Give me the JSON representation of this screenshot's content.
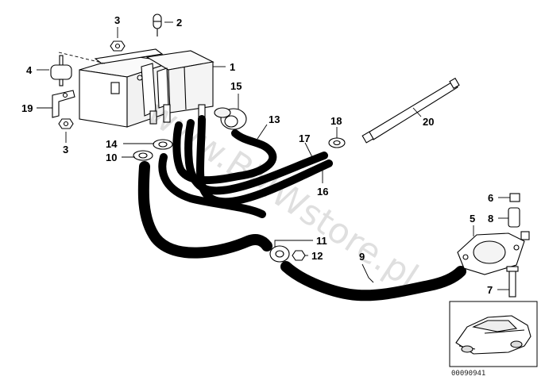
{
  "diagram": {
    "callouts": [
      {
        "id": "c1",
        "label": "1"
      },
      {
        "id": "c2",
        "label": "2"
      },
      {
        "id": "c3a",
        "label": "3"
      },
      {
        "id": "c3b",
        "label": "3"
      },
      {
        "id": "c4",
        "label": "4"
      },
      {
        "id": "c5",
        "label": "5"
      },
      {
        "id": "c6",
        "label": "6"
      },
      {
        "id": "c7",
        "label": "7"
      },
      {
        "id": "c8",
        "label": "8"
      },
      {
        "id": "c9",
        "label": "9"
      },
      {
        "id": "c10",
        "label": "10"
      },
      {
        "id": "c11",
        "label": "11"
      },
      {
        "id": "c12",
        "label": "12"
      },
      {
        "id": "c13",
        "label": "13"
      },
      {
        "id": "c14",
        "label": "14"
      },
      {
        "id": "c15",
        "label": "15"
      },
      {
        "id": "c16",
        "label": "16"
      },
      {
        "id": "c17",
        "label": "17"
      },
      {
        "id": "c18",
        "label": "18"
      },
      {
        "id": "c19",
        "label": "19"
      },
      {
        "id": "c20",
        "label": "20"
      }
    ],
    "watermark": "www.BMWstore.pl",
    "reference_number": "00090941"
  }
}
